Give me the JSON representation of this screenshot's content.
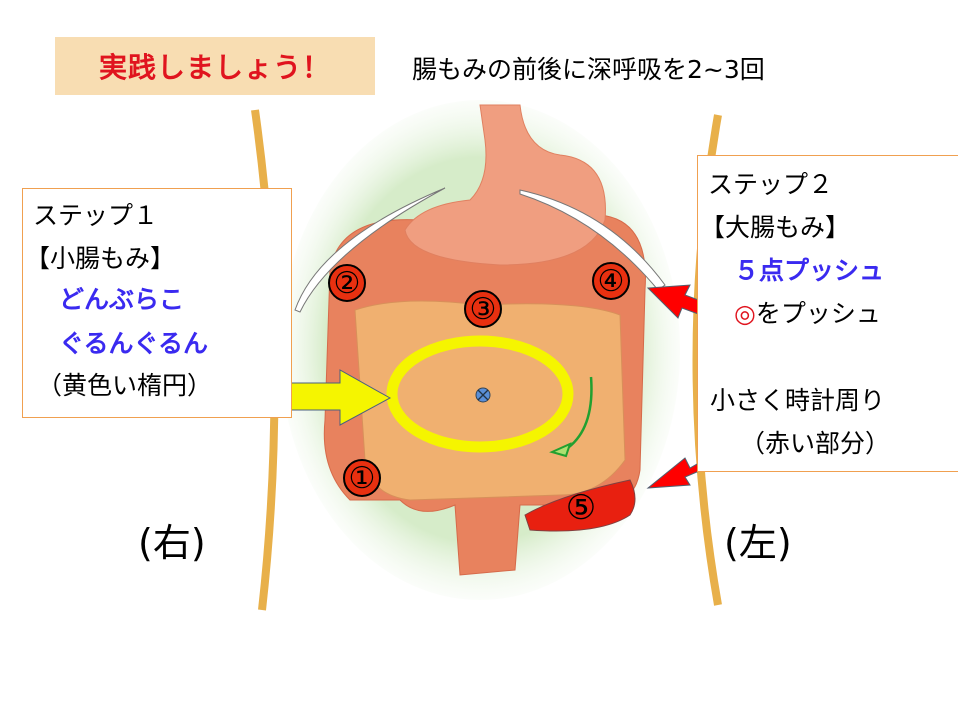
{
  "header": {
    "badge": "実践しましょう！",
    "title": "腸もみの前後に深呼吸を2~3回"
  },
  "step1": {
    "heading": "ステップ１",
    "name": "【小腸もみ】",
    "chant1": "どんぶらこ",
    "chant2": "ぐるんぐるん",
    "note": "（黄色い楕円）"
  },
  "step2": {
    "heading": "ステップ２",
    "name": "【大腸もみ】",
    "push": "５点プッシュ",
    "push_symbol": "◎",
    "push_text": "をプッシュ",
    "clockwise": "小さく時計周り",
    "note": "（赤い部分）"
  },
  "sides": {
    "right": "(右)",
    "left": "(左)"
  },
  "points": [
    "①",
    "②",
    "③",
    "④",
    "⑤"
  ],
  "colors": {
    "badge_bg": "#f8ddb2",
    "badge_text": "#e0141e",
    "accent_blue": "#3a2af0",
    "ellipse": "#f5f500",
    "push_red": "#ff0000",
    "bracket": "#e8b04a"
  }
}
